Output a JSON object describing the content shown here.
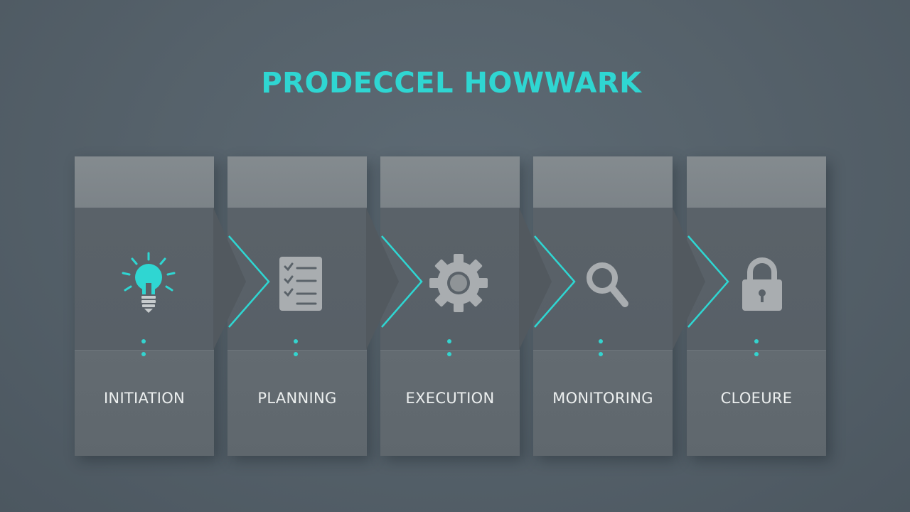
{
  "title": "PRODECCEL HOWWARK",
  "colors": {
    "accent": "#2fd6d2",
    "icon_gray": "#a9adb0",
    "header_gray": "#80878b",
    "body_gray": "#5a6269"
  },
  "stages": [
    {
      "label": "INITIATION",
      "icon": "lightbulb-icon"
    },
    {
      "label": "PLANNING",
      "icon": "checklist-icon"
    },
    {
      "label": "EXECUTION",
      "icon": "gear-icon"
    },
    {
      "label": "MONITORING",
      "icon": "magnifier-icon"
    },
    {
      "label": "CLOEURE",
      "icon": "padlock-icon"
    }
  ]
}
